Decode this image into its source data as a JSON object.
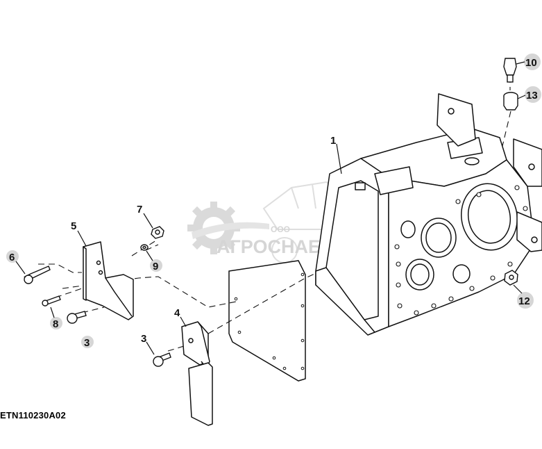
{
  "diagram": {
    "reference_code": "ETN110230A02",
    "watermark": {
      "company_prefix": "ООО",
      "company_name": "АГРОСНАБ"
    },
    "callouts": [
      "1",
      "3",
      "3",
      "4",
      "5",
      "6",
      "7",
      "8",
      "9",
      "10",
      "12",
      "13"
    ]
  },
  "colors": {
    "line": "#111111",
    "circle_fill": "#d6d6d6",
    "watermark": "#b8b8b8"
  }
}
